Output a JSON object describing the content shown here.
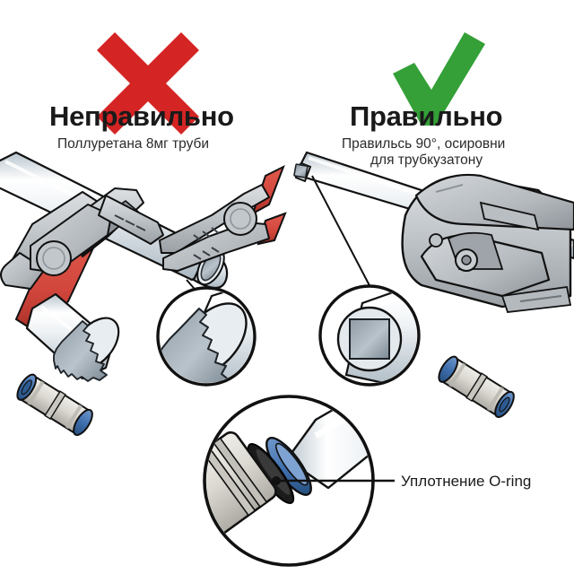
{
  "doc": {
    "kind": "instructional-diagram",
    "subject": "Pneumatic tube cutting: wrong vs right method",
    "background": "#ffffff"
  },
  "marks": {
    "cross": {
      "name": "red-cross",
      "color": "#D42424",
      "meaning": "wrong"
    },
    "check": {
      "name": "green-check",
      "color": "#34A037",
      "meaning": "correct"
    }
  },
  "left": {
    "title": "Неправильно",
    "subtitle": "Поллуретана 8мг труби"
  },
  "right": {
    "title": "Правильно",
    "subtitle_line1": "Правильсь 90°, осировни",
    "subtitle_line2": "для трубкузатону"
  },
  "callout": {
    "oring_label": "Уплотнение O-ring"
  },
  "palette": {
    "tube_light": "#eef2f5",
    "tube_mid": "#c3ced6",
    "tube_shadow": "#9aa7b2",
    "tool_body": "#c9cdd1",
    "tool_mid": "#a9aeb3",
    "tool_dark": "#6f7479",
    "handle_red": "#d4493f",
    "collet_blue": "#3f6fae",
    "outline": "#111111",
    "fitting_body": "#d8d6cf"
  },
  "details": {
    "wrong_bore": "deformed jagged oval opening",
    "right_bore": "clean square bore in round tube",
    "tools_left": "pliers with red handles crushing tube",
    "tools_right": "tube cutter with clean 90 degree cut",
    "fittings": "push-fit connectors with blue collets",
    "oring_detail": "tube inserted into fitting with blue collet and black o-ring"
  }
}
